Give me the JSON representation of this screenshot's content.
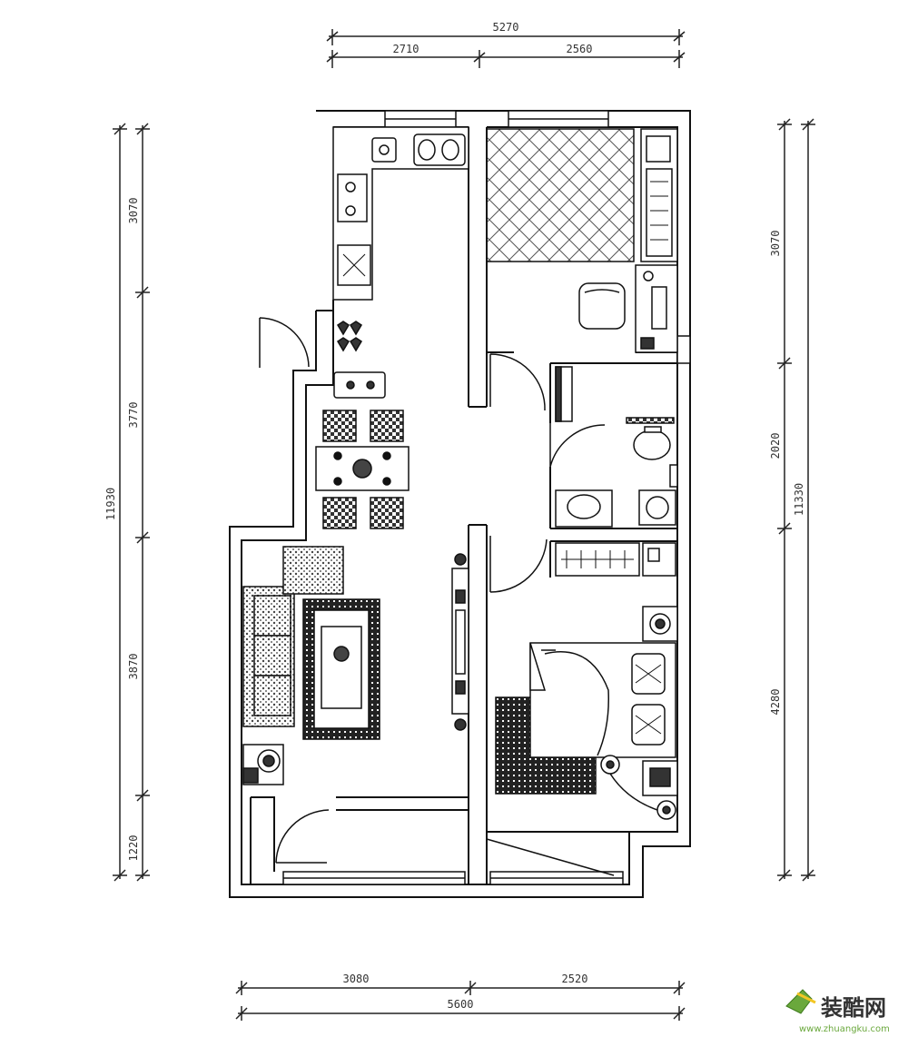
{
  "dimensions": {
    "top_total": "5270",
    "top_left": "2710",
    "top_right": "2560",
    "left_total": "11930",
    "left_seg1": "3070",
    "left_seg2": "3770",
    "left_seg3": "3870",
    "left_seg4": "1220",
    "right_total": "11330",
    "right_seg1": "3070",
    "right_seg2": "2020",
    "right_seg3": "4280",
    "bottom_total": "5600",
    "bottom_left": "3080",
    "bottom_right": "2520"
  },
  "watermark": {
    "cn": "装酷网",
    "url": "www.zhuangku.com",
    "color_green": "#6aa83c",
    "color_dark": "#333333"
  }
}
